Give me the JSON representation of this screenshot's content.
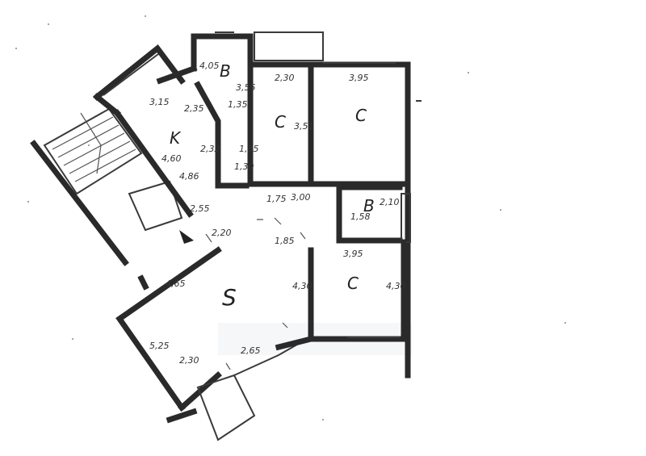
{
  "rooms": [
    {
      "id": "kitchen",
      "label": "K"
    },
    {
      "id": "bath-1",
      "label": "B"
    },
    {
      "id": "bedroom-1",
      "label": "C"
    },
    {
      "id": "bedroom-2",
      "label": "C"
    },
    {
      "id": "bath-2",
      "label": "B"
    },
    {
      "id": "bedroom-3",
      "label": "C"
    },
    {
      "id": "living",
      "label": "S"
    }
  ],
  "dimensions": [
    "3,15",
    "2,35",
    "4,60",
    "4,86",
    "2,32",
    "4,05",
    "1,35",
    "3,55",
    "1,35",
    "1,30",
    "2,30",
    "3,51",
    "3,95",
    "3,00",
    "1,75",
    "2,10",
    "1,58",
    "1,85",
    "2,20",
    "2,55",
    "3,95",
    "4,30",
    "4,65",
    "4,30",
    "5,25",
    "2,30",
    "2,65"
  ]
}
